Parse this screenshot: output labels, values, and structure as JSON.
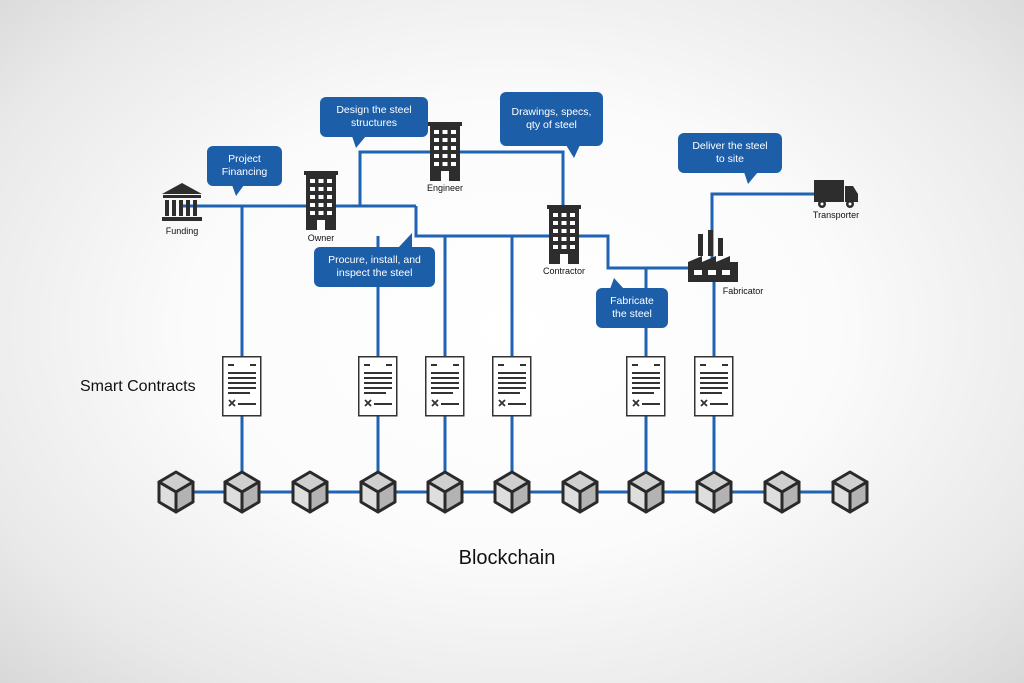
{
  "nodes": {
    "funding": "Funding",
    "owner": "Owner",
    "engineer": "Engineer",
    "contractor": "Contractor",
    "fabricator": "Fabricator",
    "transporter": "Transporter"
  },
  "bubbles": {
    "project_financing": "Project\nFinancing",
    "design_steel": "Design the steel\nstructures",
    "drawings_specs": "Drawings, specs,\nqty of steel",
    "deliver_steel": "Deliver the steel\nto site",
    "procure_install": "Procure, install, and\ninspect the steel",
    "fabricate_steel": "Fabricate\nthe steel"
  },
  "labels": {
    "smart_contracts": "Smart Contracts",
    "blockchain": "Blockchain"
  },
  "colors": {
    "line": "#1f63b3",
    "bubble": "#1d5ea9",
    "icon": "#2d2d2d",
    "cube_top": "#c9c9c9",
    "cube_left": "#d9d9d9",
    "cube_right": "#b5b5b5"
  }
}
